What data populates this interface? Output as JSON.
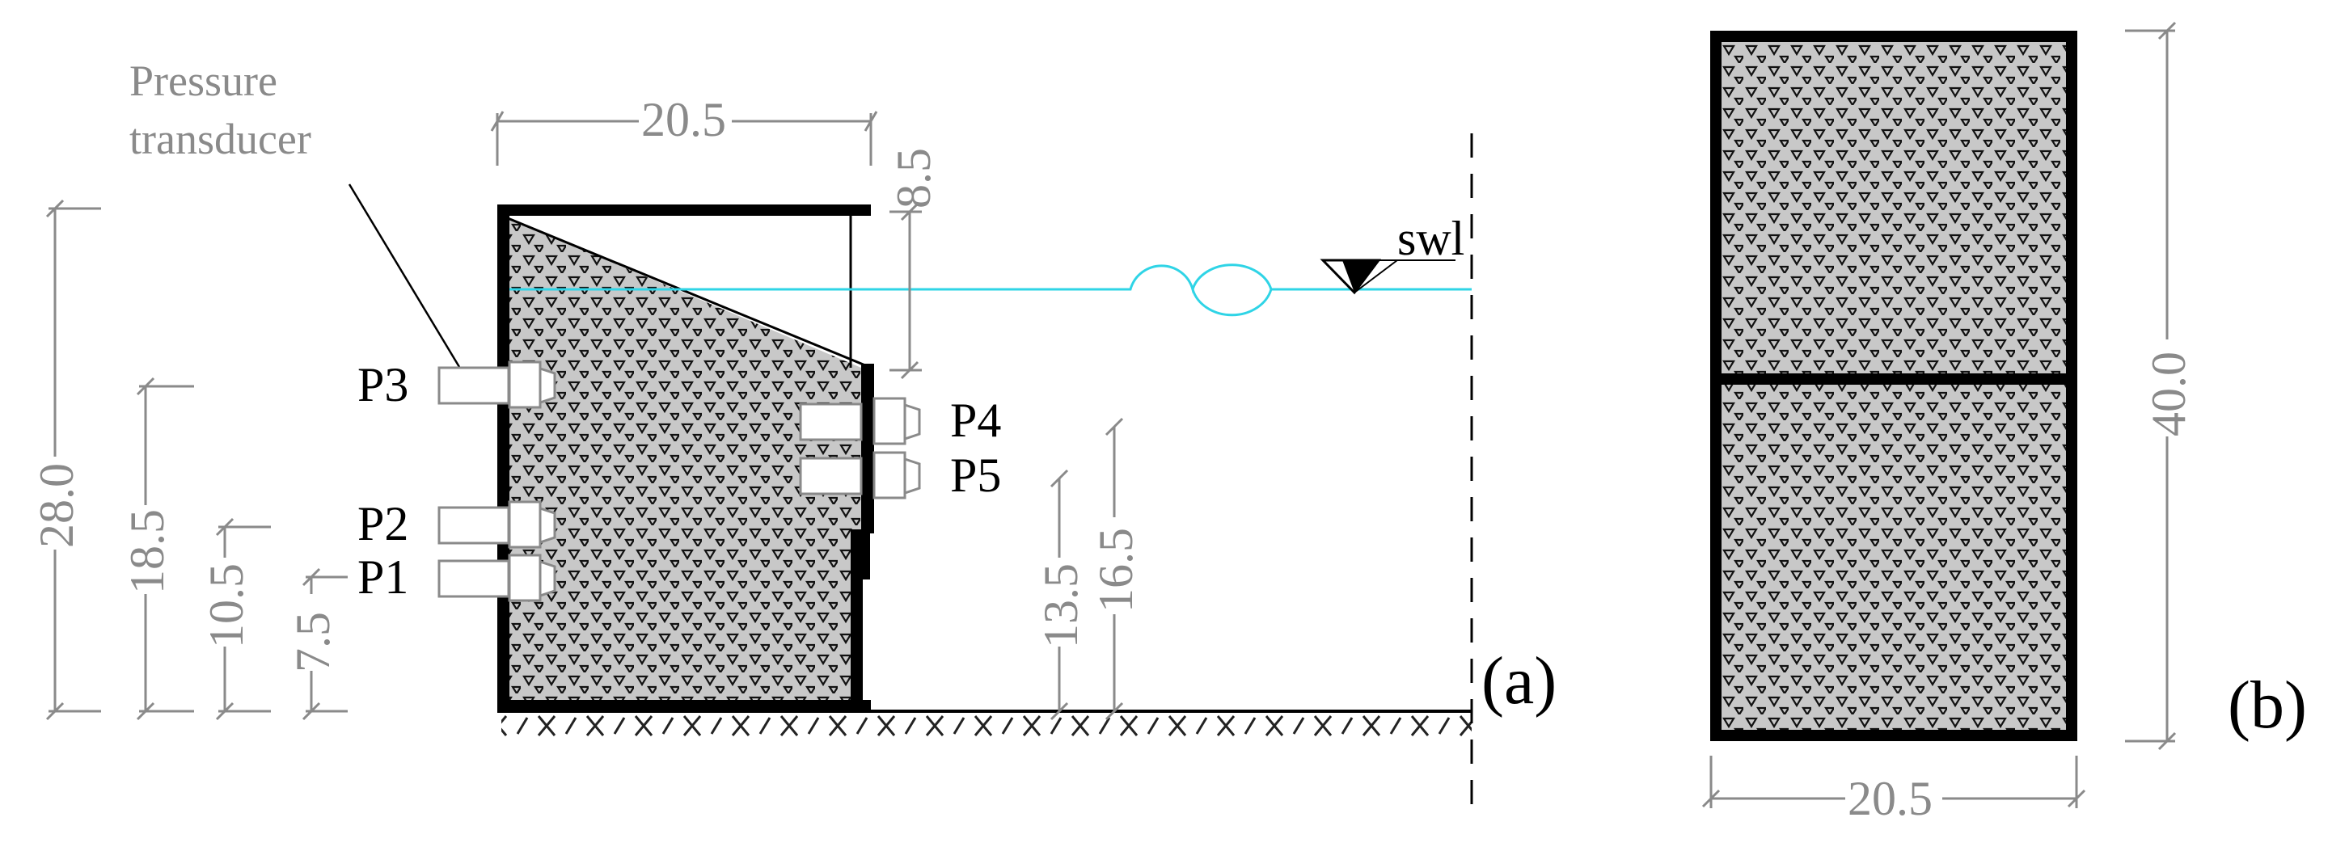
{
  "callout": {
    "line1": "Pressure",
    "line2": "transducer"
  },
  "swl_label": "swl",
  "sensors": {
    "p1": "P1",
    "p2": "P2",
    "p3": "P3",
    "p4": "P4",
    "p5": "P5"
  },
  "panel_a": {
    "label": "(a)",
    "dims": {
      "width_top": "20.5",
      "freeboard": "8.5",
      "total_height": "28.0",
      "p3_height": "18.5",
      "p2_height": "10.5",
      "p1_height": "7.5",
      "p5_height": "13.5",
      "p4_height": "16.5"
    }
  },
  "panel_b": {
    "label": "(b)",
    "dims": {
      "height": "40.0",
      "width": "20.5"
    }
  },
  "colors": {
    "water_line": "#2fd4e6",
    "wall": "#000000",
    "fill": "#c8c8c8",
    "dimension": "#8a8a8a"
  }
}
